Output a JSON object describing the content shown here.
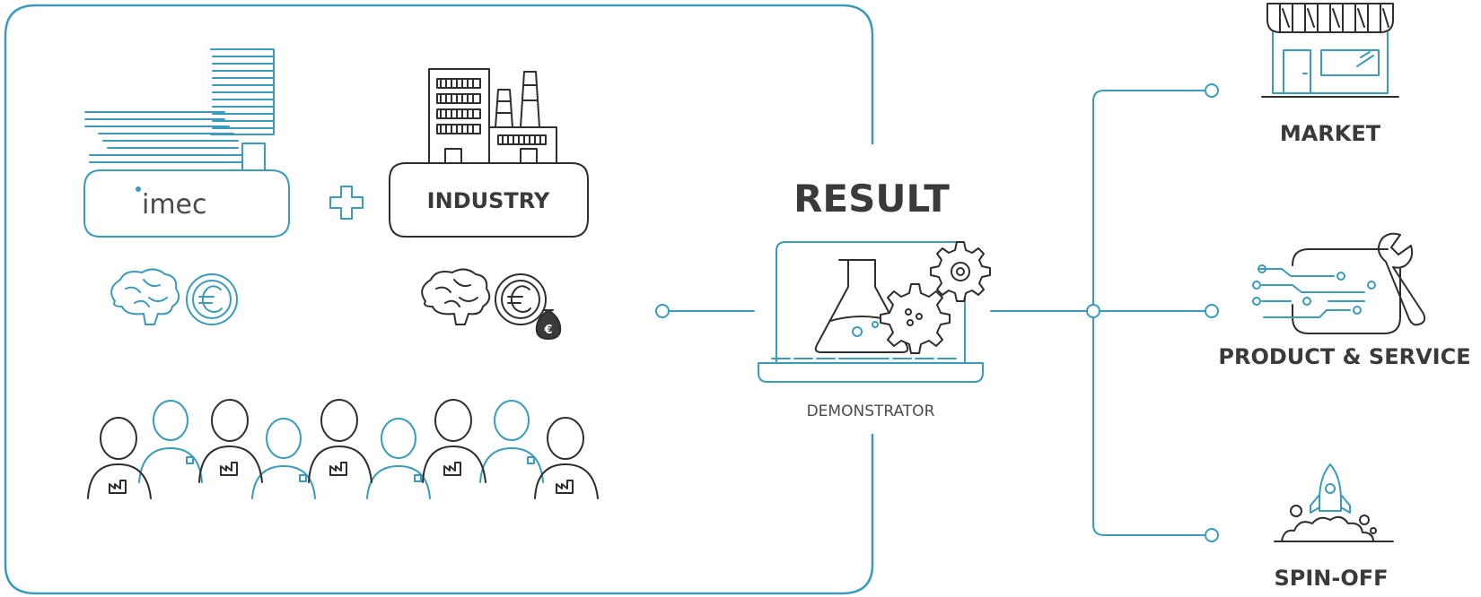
{
  "partners": {
    "imec_logo": "imec",
    "industry_label": "INDUSTRY"
  },
  "result": {
    "title": "RESULT",
    "caption": "DEMONSTRATOR"
  },
  "outcomes": {
    "market": "MARKET",
    "product_service": "PRODUCT & SERVICE",
    "spin_off": "SPIN-OFF"
  },
  "colors": {
    "accent_blue": "#3a9bbd",
    "dark": "#2e2e2e",
    "text": "#3a3a3a"
  },
  "icons": [
    "imec-building-icon",
    "factory-icon",
    "plus-icon",
    "brain-icon",
    "euro-coin-icon",
    "euro-coin-moneybag-icon",
    "people-group-icon",
    "laptop-flask-gears-icon",
    "storefront-icon",
    "circuit-wrench-icon",
    "rocket-launch-icon"
  ]
}
